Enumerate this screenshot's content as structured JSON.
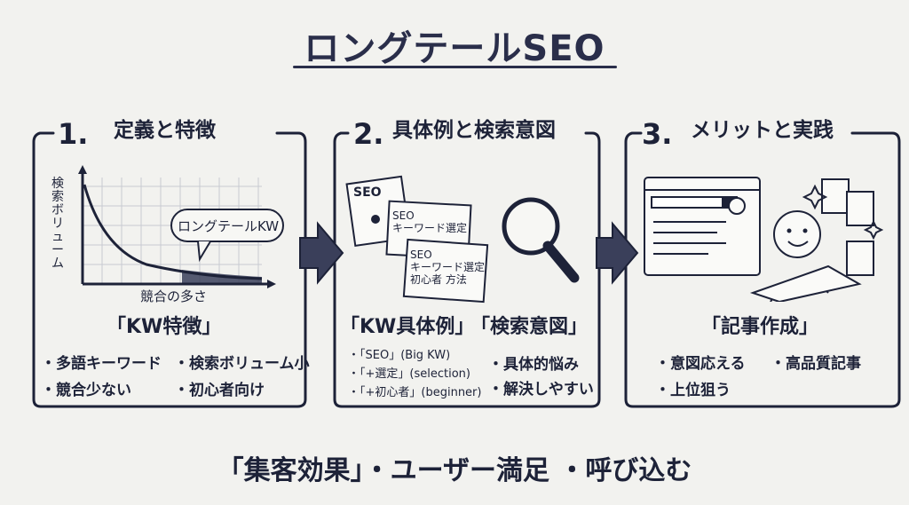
{
  "title": "ロングテールSEO",
  "panels": [
    {
      "num": "1.",
      "title": "定義と特徴",
      "chart": {
        "ylabel": "検索ボリューム",
        "xlabel": "競合の多さ",
        "bubble": "ロングテールKW"
      },
      "heading": "「KW特徴」",
      "bullets": [
        "・多語キーワード",
        "・検索ボリューム小",
        "・競合少ない",
        "・初心者向け"
      ]
    },
    {
      "num": "2.",
      "title": "具体例と検索意図",
      "cards": [
        "SEO",
        "SEO\nキーワード選定",
        "SEO\nキーワード選定\n初心者 方法"
      ],
      "heading_left": "「KW具体例」",
      "heading_right": "「検索意図」",
      "examples": [
        "・「SEO」(Big KW)",
        "・「+選定」(selection)",
        "・「+初心者」(beginner)"
      ],
      "intents": [
        "・具体的悩み",
        "・解決しやすい"
      ]
    },
    {
      "num": "3.",
      "title": "メリットと実践",
      "heading": "「記事作成」",
      "bullets": [
        "・意図応える",
        "・高品質記事",
        "・上位狙う"
      ]
    }
  ],
  "footer": "「集客効果」・ユーザー満足 ・呼び込む",
  "colors": {
    "ink": "#1d2238",
    "background": "#f2f2ef",
    "grid": "#c8cad2"
  }
}
